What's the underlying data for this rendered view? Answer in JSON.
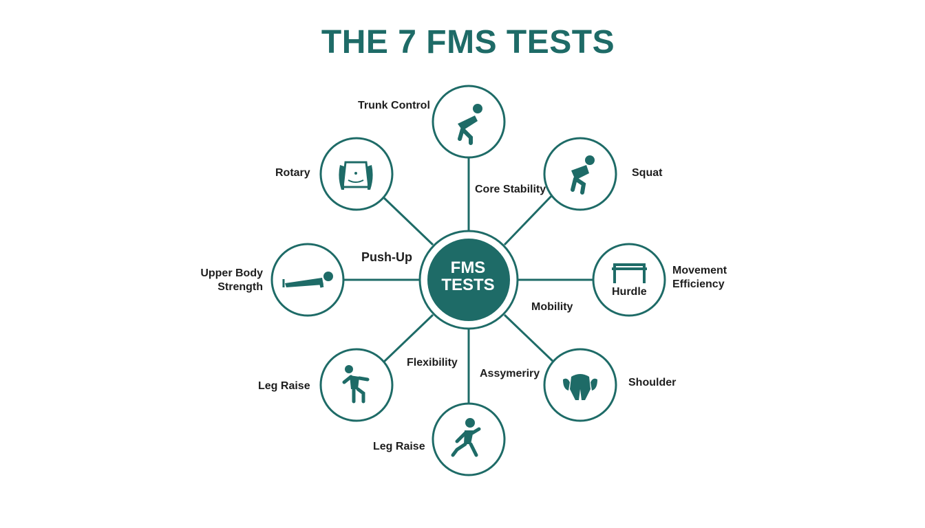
{
  "title": "THE 7 FMS TESTS",
  "colors": {
    "teal": "#1e6b67",
    "text": "#1d1d1d",
    "background": "#ffffff"
  },
  "center": {
    "line1": "FMS",
    "line2": "TESTS"
  },
  "nodes": [
    {
      "icon": "bent-over-figure-icon",
      "label": "Trunk Control"
    },
    {
      "icon": "squat-figure-icon",
      "label": "Squat"
    },
    {
      "icon": "hurdle-icon",
      "label": "Movement Efficiency",
      "inner_label": "Hurdle"
    },
    {
      "icon": "hips-icon",
      "label": "Shoulder"
    },
    {
      "icon": "lunge-figure-icon",
      "label": "Leg Raise"
    },
    {
      "icon": "leg-raise-figure-icon",
      "label": "Leg Raise"
    },
    {
      "icon": "push-up-figure-icon",
      "label": "Upper Body Strength"
    },
    {
      "icon": "torso-icon",
      "label": "Rotary"
    }
  ],
  "spoke_labels": {
    "core_stability": "Core Stability",
    "push_up": "Push-Up",
    "mobility": "Mobility",
    "flexibility": "Flexibility",
    "assymetry": "Assymeriry"
  }
}
